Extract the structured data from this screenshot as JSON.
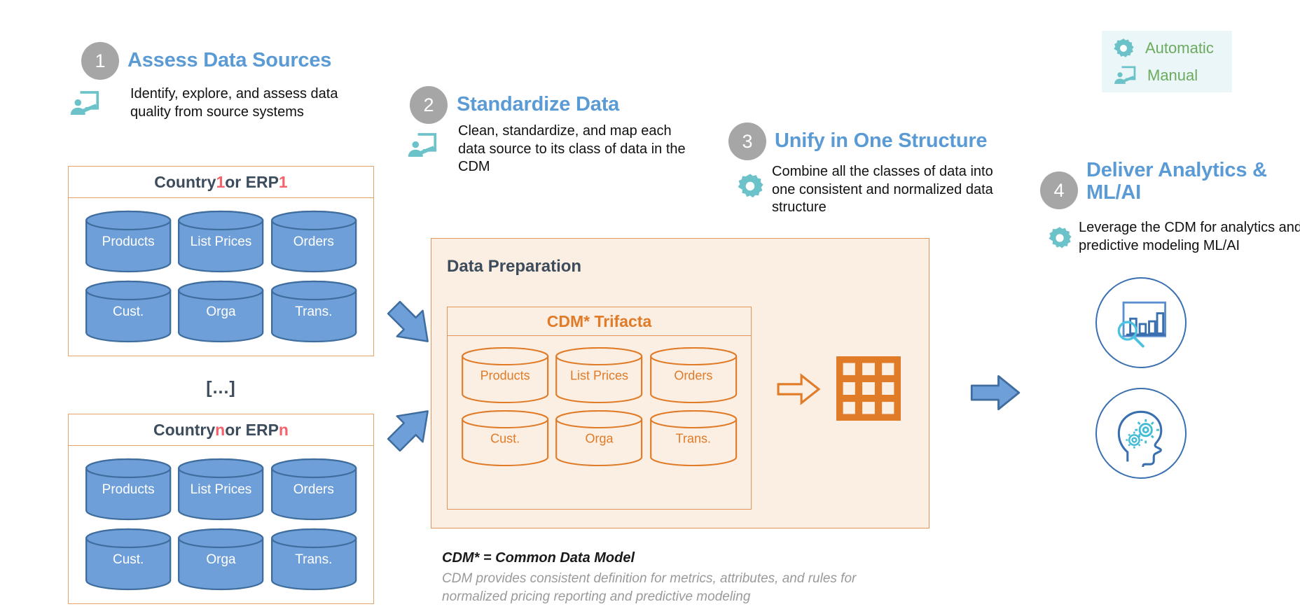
{
  "legend": {
    "items": [
      {
        "label": "Automatic",
        "icon": "gear-icon"
      },
      {
        "label": "Manual",
        "icon": "presenter-board-icon"
      }
    ],
    "bg_color": "#eaf6f7",
    "text_color": "#6cab5e"
  },
  "steps": [
    {
      "number": "1",
      "title": "Assess Data Sources",
      "desc": "Identify, explore, and assess data quality from source systems",
      "icon": "presenter-board-icon"
    },
    {
      "number": "2",
      "title": "Standardize Data",
      "desc": "Clean, standardize, and map each data source to its class of data in the CDM",
      "icon": "presenter-board-icon"
    },
    {
      "number": "3",
      "title": "Unify in One Structure",
      "desc": "Combine all the classes of data into one consistent and normalized data structure",
      "icon": "gear-icon"
    },
    {
      "number": "4",
      "title": "Deliver Analytics & ML/AI",
      "desc": "Leverage the CDM for analytics and predictive modeling ML/AI",
      "icon": "gear-icon"
    }
  ],
  "sources": [
    {
      "title_prefix": "Country ",
      "title_index": "1",
      "title_middle": " or ERP ",
      "title_index2": "1",
      "cylinders": [
        "Products",
        "List Prices",
        "Orders",
        "Cust.",
        "Orga",
        "Trans."
      ]
    },
    {
      "title_prefix": "Country ",
      "title_index": "n",
      "title_middle": " or ERP ",
      "title_index2": "n",
      "cylinders": [
        "Products",
        "List Prices",
        "Orders",
        "Cust.",
        "Orga",
        "Trans."
      ]
    }
  ],
  "separator": "[...]",
  "prep": {
    "title": "Data Preparation",
    "cdm_title": "CDM* Trifacta",
    "cylinders": [
      "Products",
      "List Prices",
      "Orders",
      "Cust.",
      "Orga",
      "Trans."
    ],
    "table_icon": "grid-table-icon",
    "arrow_icon": "hollow-right-arrow-icon"
  },
  "footnote": {
    "bold": "CDM* = Common Data Model",
    "line1": "CDM provides consistent definition for metrics, attributes, and rules for",
    "line2": "normalized pricing reporting and predictive modeling"
  },
  "results": [
    {
      "icon": "analytics-chart-magnifier-icon"
    },
    {
      "icon": "head-gears-ml-icon"
    }
  ],
  "arrows": [
    {
      "name": "arrow-source1-to-prep",
      "direction": "down-right"
    },
    {
      "name": "arrow-sourcen-to-prep",
      "direction": "up-right"
    },
    {
      "name": "arrow-prep-to-results",
      "direction": "right"
    }
  ],
  "colors": {
    "step_title": "#5b9bd5",
    "step_number_bg": "#a6a6a6",
    "cylinder_blue": "#6f9fd8",
    "cylinder_blue_border": "#3f6d9e",
    "orange": "#e07b28",
    "orange_border": "#e29558",
    "panel_bg": "#fbeee2",
    "teal": "#6cc2c9",
    "legend_green": "#6cab5e",
    "highlight_red": "#f4626b",
    "arrow_blue": "#6f9fd8",
    "result_circle": "#3a6fb0"
  }
}
